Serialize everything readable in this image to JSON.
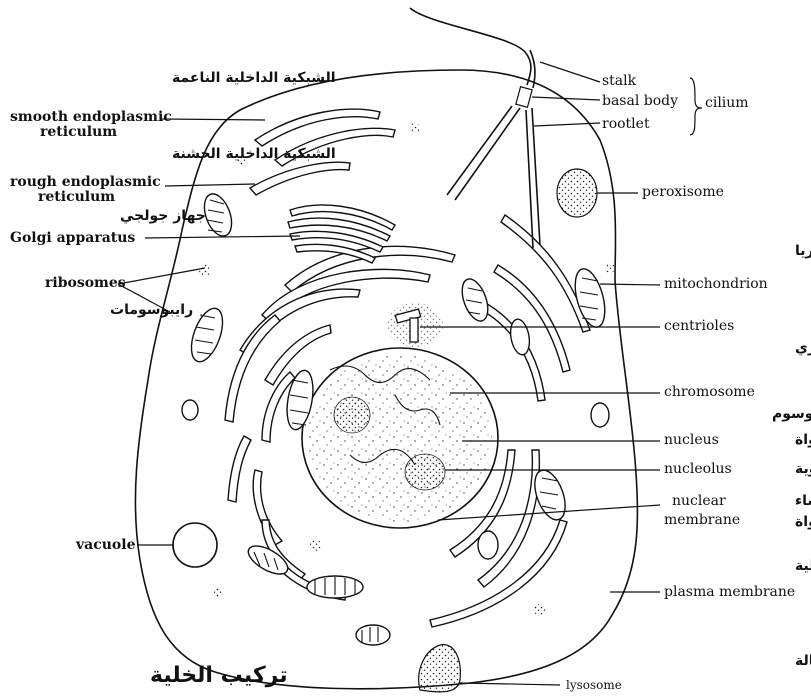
{
  "labels": {
    "stalk": "stalk",
    "basal_body": "basal body",
    "rootlet": "rootlet",
    "cilium": "cilium",
    "peroxisome": "peroxisome",
    "mitochondrion_ar": "الميتوكوندريا",
    "mitochondrion": "mitochondrion",
    "centrioles": "centrioles",
    "centrioles_ar": "الجسيم المركزي",
    "chromosome": "chromosome",
    "chromosome_ar": "كروموسوم",
    "nucleus": "nucleus",
    "nucleus_ar": "النواة",
    "nucleolus": "nucleolus",
    "nucleolus_ar": "النوية",
    "nuclear": "nuclear",
    "membrane": "membrane",
    "nuclear_membrane_ar_1": "غشاء",
    "nuclear_membrane_ar_2": "النواة",
    "cell_wall_ar": "جدار الخلية",
    "plasma_membrane": "plasma membrane",
    "lysosome_ar": "الجسيمات الحالة",
    "lysosome": "lysosome",
    "smooth_er_ar": "الشبكية الداخلية الناعمة",
    "smooth_er_1": "smooth endoplasmic",
    "smooth_er_2": "reticulum",
    "rough_er_ar": "الشبكية الداخلية الخشنة",
    "rough_er_1": "rough endoplasmic",
    "rough_er_2": "reticulum",
    "golgi_ar": "جهاز جولجي",
    "golgi": "Golgi apparatus",
    "ribosomes": "ribosomes",
    "ribosomes_ar": "رايبوسومات",
    "vacuole": "vacuole",
    "title_ar": "تركيب الخلية"
  }
}
